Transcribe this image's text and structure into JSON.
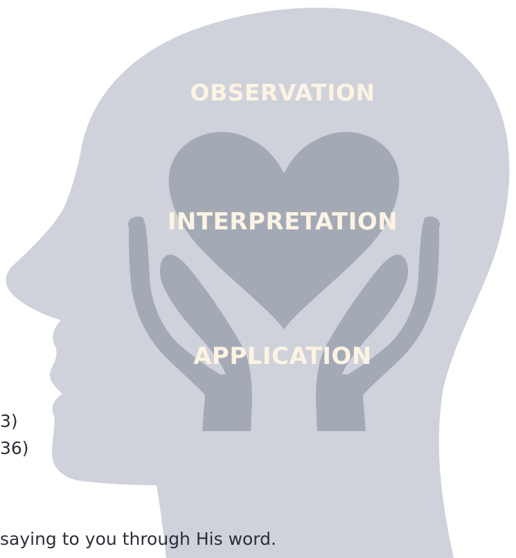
{
  "colors": {
    "head": "#cfd2da",
    "heart_hands": "#a3a9b5",
    "label": "#fdf3e4",
    "text": "#2d2f36"
  },
  "labels": {
    "observation": "OBSERVATION",
    "interpretation": "INTERPRETATION",
    "application": "APPLICATION"
  },
  "cropped_text": {
    "line1": "3)",
    "line2": "36)",
    "line3": "saying to you through His word."
  },
  "icons": [
    "human-head-profile",
    "heart-icon",
    "cupped-hands-icon"
  ]
}
